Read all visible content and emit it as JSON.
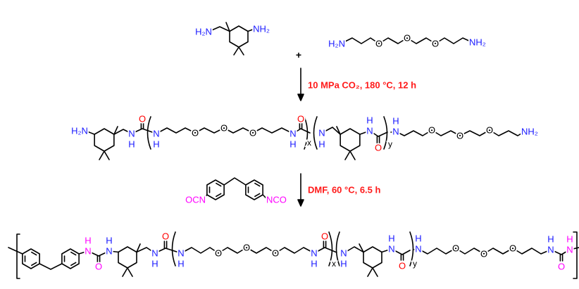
{
  "colors": {
    "amine": "#1a1aff",
    "carbonyl_oxygen": "#ff0000",
    "isocyanate_urea": "#ff00ff",
    "conditions": "#ff1a1a",
    "bond": "#000000"
  },
  "reactants": {
    "ipda": {
      "amine_left": "H₂N",
      "amine_right": "NH₂"
    },
    "plus": "+",
    "diamine": {
      "amine_left": "H₂N",
      "oxygen": "O",
      "amine_right": "NH₂"
    }
  },
  "step1": {
    "conditions": "10 MPa CO₂, 180 °C, 12 h"
  },
  "intermediate": {
    "amine_left": "H₂N",
    "n": "N",
    "h": "H",
    "oxygen": "O",
    "carbonyl_o": "O",
    "sub_x": "x",
    "sub_y": "y",
    "amine_right": "NH₂"
  },
  "mdi": {
    "left_group": "OCN",
    "right_group": "NCO"
  },
  "step2": {
    "conditions": "DMF, 60 °C, 6.5 h"
  },
  "product": {
    "n": "N",
    "h": "H",
    "oxygen": "O",
    "carbonyl_o": "O",
    "sub_x": "x",
    "sub_y": "y"
  }
}
